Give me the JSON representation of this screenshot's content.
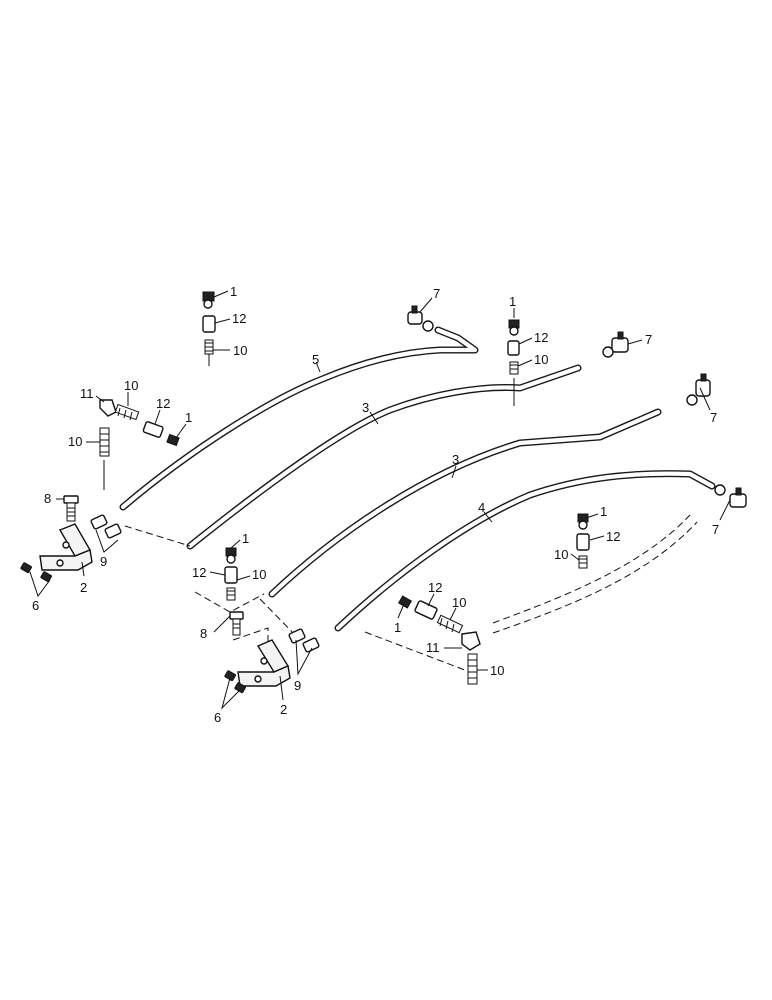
{
  "callouts": {
    "c1a": "1",
    "c12a": "12",
    "c10a": "10",
    "c7a": "7",
    "c5": "5",
    "c1b": "1",
    "c12b": "12",
    "c10b": "10",
    "c7b": "7",
    "c11a": "11",
    "c10c": "10",
    "c12c": "12",
    "c1c": "1",
    "c10d": "10",
    "c3a": "3",
    "c7c": "7",
    "c3b": "3",
    "c8a": "8",
    "c4": "4",
    "c7d": "7",
    "c9a": "9",
    "c2a": "2",
    "c6a": "6",
    "c1d": "1",
    "c12d": "12",
    "c10e": "10",
    "c1e": "1",
    "c12e": "12",
    "c10f": "10",
    "c12f": "12",
    "c10g": "10",
    "c1f": "1",
    "c11b": "11",
    "c10h": "10",
    "c8b": "8",
    "c9b": "9",
    "c2b": "2",
    "c6b": "6"
  }
}
